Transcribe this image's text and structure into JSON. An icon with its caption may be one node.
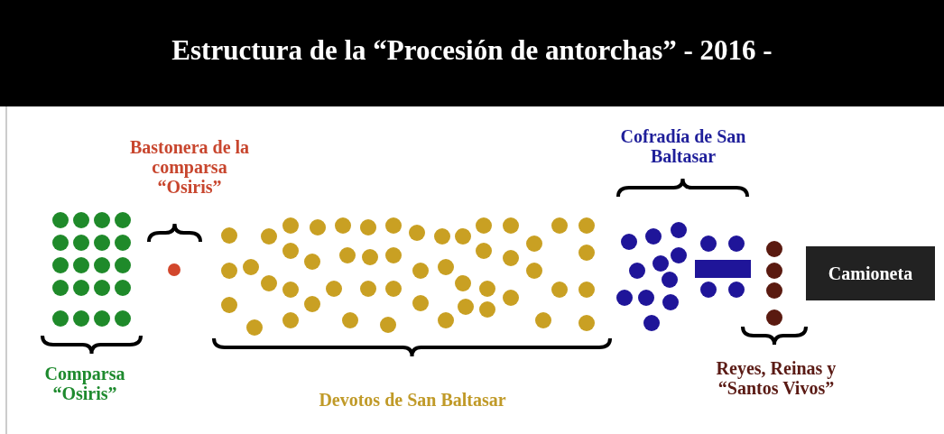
{
  "diagram": {
    "title": "Estructura de la “Procesión de antorchas” - 2016 -",
    "nodes": [
      {
        "text": [
          "Camioneta"
        ]
      }
    ],
    "labels": [
      "Bastonera de la comparsa “Osiris”",
      "Cofradía de San Baltasar",
      "Comparsa “Osiris”",
      "Devotos de San Baltasar",
      "Reyes, Reinas y “Santos Vivos”"
    ]
  }
}
